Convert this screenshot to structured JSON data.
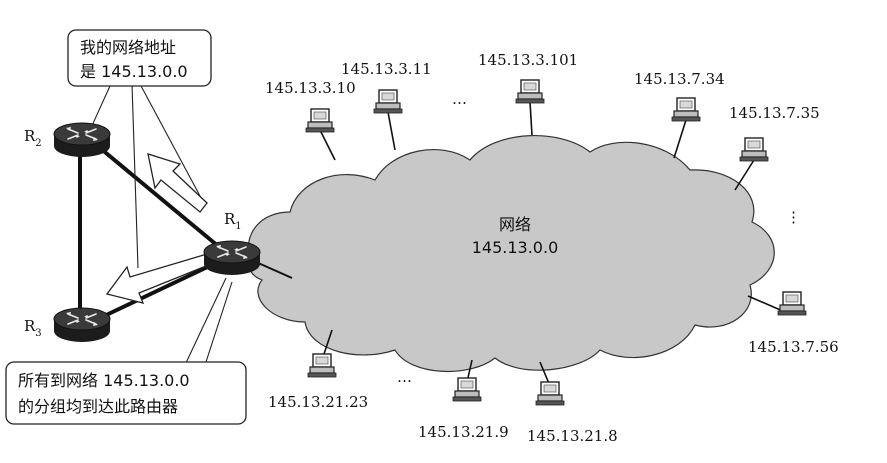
{
  "diagram": {
    "cloud": {
      "name_line": "网络",
      "address_line": "145.13.0.0",
      "fill": "#c8c8c8"
    },
    "callout_top": {
      "line1": "我的网络地址",
      "line2": "是 145.13.0.0"
    },
    "callout_bottom": {
      "line1": "所有到网络 145.13.0.0",
      "line2": "的分组均到达此路由器"
    },
    "routers": [
      {
        "id": "r1",
        "letter": "R",
        "sub": "1"
      },
      {
        "id": "r2",
        "letter": "R",
        "sub": "2"
      },
      {
        "id": "r3",
        "letter": "R",
        "sub": "3"
      }
    ],
    "hosts": [
      {
        "id": "h1",
        "address": "145.13.3.10"
      },
      {
        "id": "h2",
        "address": "145.13.3.11"
      },
      {
        "id": "h3",
        "address": "145.13.3.101"
      },
      {
        "id": "h4",
        "address": "145.13.7.34"
      },
      {
        "id": "h5",
        "address": "145.13.7.35"
      },
      {
        "id": "h6",
        "address": "145.13.7.56"
      },
      {
        "id": "h7",
        "address": "145.13.21.23"
      },
      {
        "id": "h8",
        "address": "145.13.21.9"
      },
      {
        "id": "h9",
        "address": "145.13.21.8"
      }
    ],
    "ellipsis": [
      "…",
      "…",
      "⋮"
    ],
    "colors": {
      "router_body": "#1c1c1c",
      "router_top": "#3a3a3a",
      "link": "#111111"
    }
  }
}
